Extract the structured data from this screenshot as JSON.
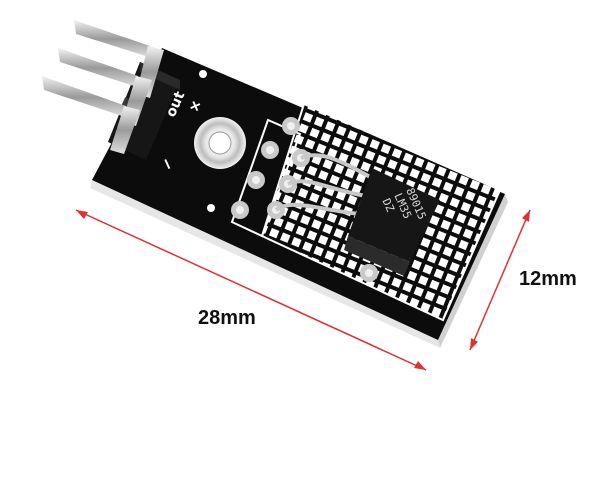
{
  "dimensions": {
    "length_label": "28mm",
    "width_label": "12mm",
    "arrow_color": "#e03030"
  },
  "board": {
    "color": "#0c0c0c",
    "pin_labels": {
      "minus": "−",
      "out": "out",
      "plus": "+"
    },
    "sensor_marking": {
      "line1": "89015",
      "line2": "LM35",
      "line3": "DZ"
    }
  }
}
